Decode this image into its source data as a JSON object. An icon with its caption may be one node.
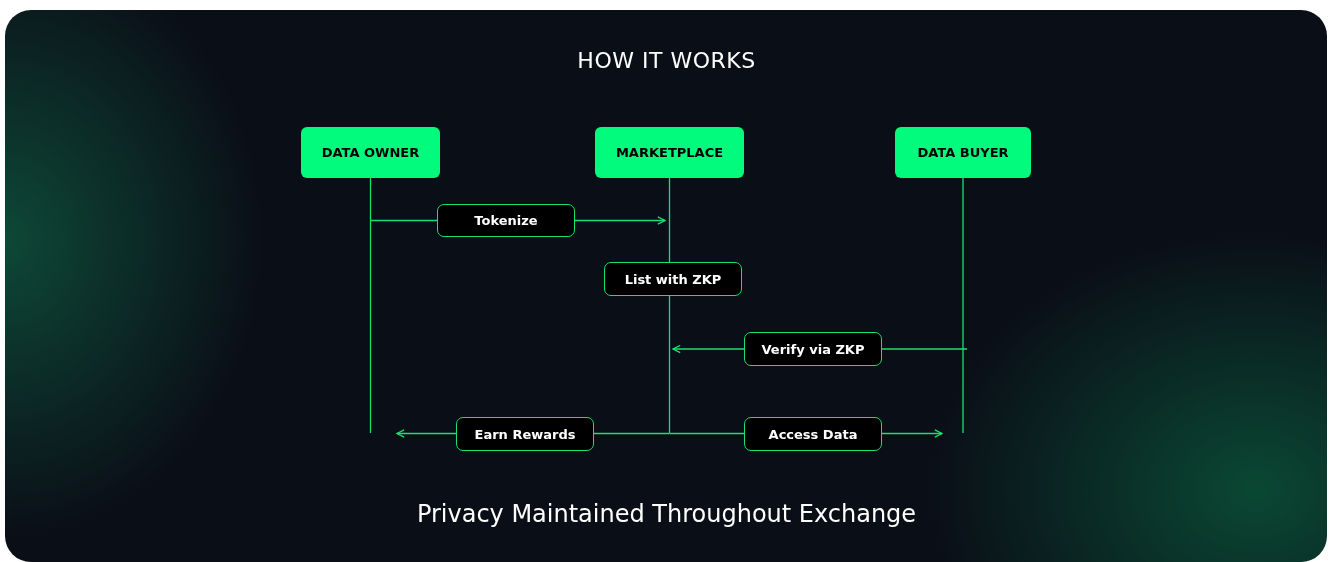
{
  "diagram": {
    "title": "HOW IT WORKS",
    "caption": "Privacy Maintained Throughout Exchange",
    "nodes": [
      {
        "text": [
          "DATA OWNER"
        ]
      },
      {
        "text": [
          "MARKETPLACE"
        ]
      },
      {
        "text": [
          "DATA BUYER"
        ]
      },
      {
        "text": [
          "Tokenize"
        ]
      },
      {
        "text": [
          "List with ZKP"
        ]
      },
      {
        "text": [
          "Verify via ZKP"
        ]
      },
      {
        "text": [
          "Earn Rewards"
        ]
      },
      {
        "text": [
          "Access Data"
        ]
      }
    ],
    "edges": [
      {
        "from": 0,
        "to": null,
        "arrow": "none"
      },
      {
        "from": 1,
        "to": 4,
        "arrow": "none"
      },
      {
        "from": 4,
        "to": null,
        "arrow": "none"
      },
      {
        "from": 2,
        "to": null,
        "arrow": "none"
      },
      {
        "from": null,
        "to": 3,
        "arrow": "none"
      },
      {
        "from": 3,
        "to": null,
        "arrow": "to"
      },
      {
        "from": null,
        "to": 5,
        "arrow": "none"
      },
      {
        "from": 5,
        "to": null,
        "arrow": "to"
      },
      {
        "from": null,
        "to": 6,
        "arrow": "none"
      },
      {
        "from": 6,
        "to": null,
        "arrow": "to"
      },
      {
        "from": null,
        "to": 7,
        "arrow": "none"
      },
      {
        "from": 7,
        "to": null,
        "arrow": "to"
      }
    ]
  }
}
